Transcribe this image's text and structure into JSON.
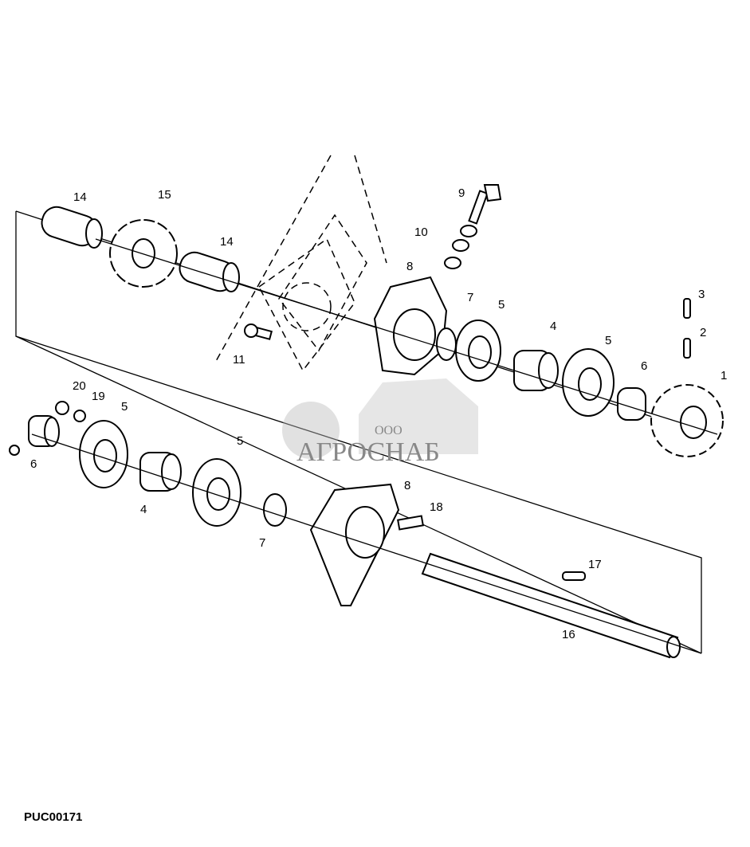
{
  "figure_id": "PUC00171",
  "watermark": {
    "prefix": "ООО",
    "name": "АГРОСНАБ"
  },
  "callouts": [
    "14",
    "15",
    "14",
    "9",
    "10",
    "8",
    "7",
    "5",
    "4",
    "5",
    "3",
    "2",
    "6",
    "1",
    "11",
    "20",
    "19",
    "5",
    "6",
    "5",
    "4",
    "7",
    "8",
    "18",
    "17",
    "16"
  ]
}
